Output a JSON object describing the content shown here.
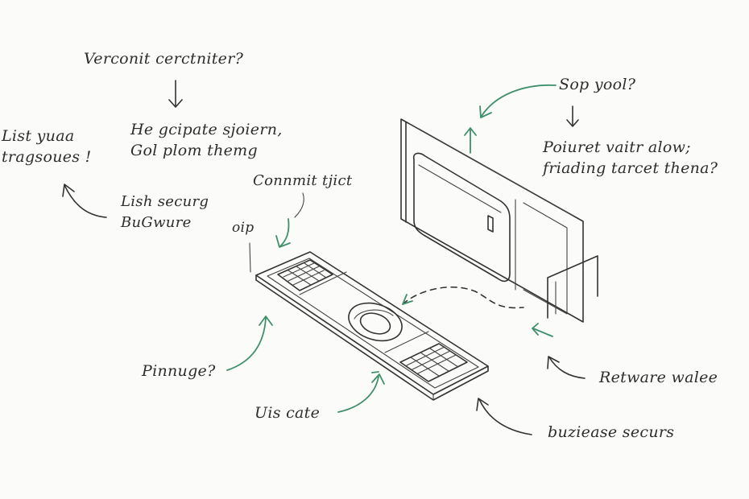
{
  "labels": {
    "top_title": "Verconit cerctniter?",
    "left_question": [
      "List yuaa",
      "tragsoues !"
    ],
    "center_note": [
      "He gcipate sjoiern,",
      "Gol plom themg"
    ],
    "lish_secure": [
      "Lish securg",
      "BuGwure"
    ],
    "commit": "Connmit tjict",
    "oip": "oip",
    "sop_yool": "Sop yool?",
    "poiuret": [
      "Poiuret vaitr alow;",
      "friading tarcet thena?"
    ],
    "pinnuge": "Pinnuge?",
    "retware": "Retware walee",
    "uis_cate": "Uis cate",
    "buziease": "buziease securs"
  },
  "colors": {
    "ink": "#333333",
    "accent_green": "#3f8f6b",
    "paper": "#fbfbf9"
  }
}
